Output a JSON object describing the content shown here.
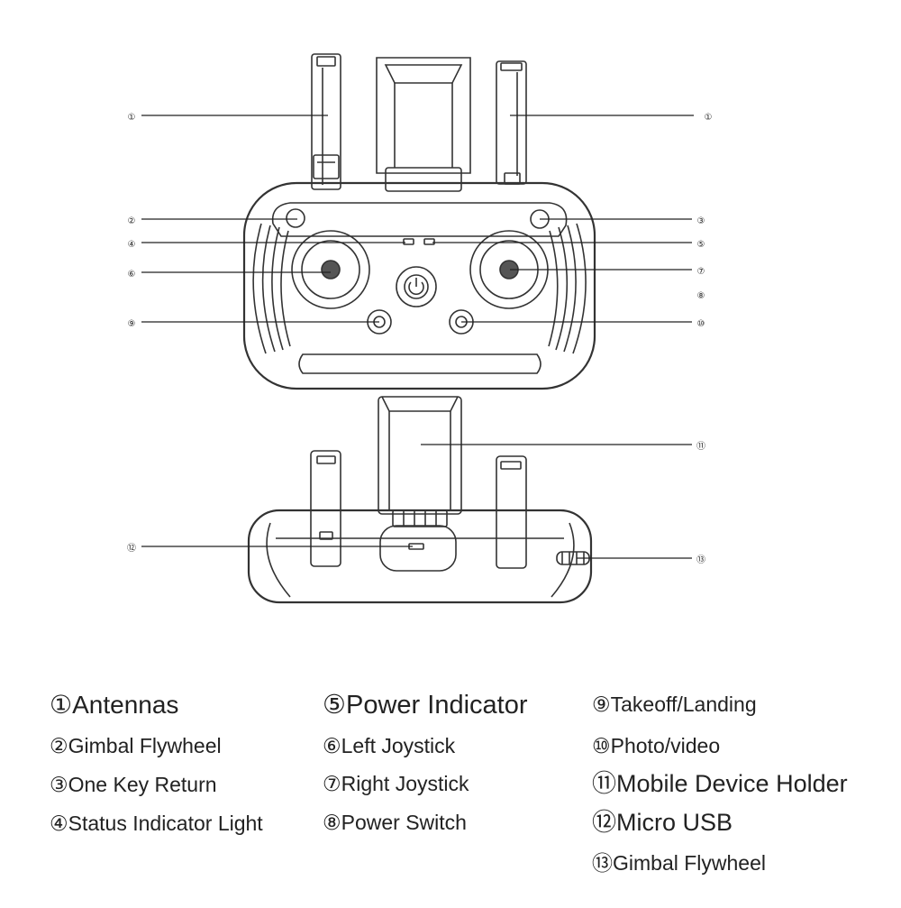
{
  "callouts": {
    "c1a": "①",
    "c1b": "①",
    "c2": "②",
    "c3": "③",
    "c4": "④",
    "c5": "⑤",
    "c6": "⑥",
    "c7": "⑦",
    "c8": "⑧",
    "c9": "⑨",
    "c10": "⑩",
    "c11": "⑪",
    "c12": "⑫",
    "c13": "⑬"
  },
  "legend": [
    {
      "num": "①",
      "label": "Antennas"
    },
    {
      "num": "②",
      "label": "Gimbal Flywheel"
    },
    {
      "num": "③",
      "label": "One Key Return"
    },
    {
      "num": "④",
      "label": "Status Indicator Light"
    },
    {
      "num": "⑤",
      "label": "Power Indicator"
    },
    {
      "num": "⑥",
      "label": "Left Joystick"
    },
    {
      "num": "⑦",
      "label": "Right Joystick"
    },
    {
      "num": "⑧",
      "label": "Power Switch"
    },
    {
      "num": "⑨",
      "label": "Takeoff/Landing"
    },
    {
      "num": "⑩",
      "label": "Photo/video"
    },
    {
      "num": "⑪",
      "label": "Mobile Device Holder"
    },
    {
      "num": "⑫",
      "label": "Micro USB"
    },
    {
      "num": "⑬",
      "label": "Gimbal Flywheel"
    }
  ]
}
